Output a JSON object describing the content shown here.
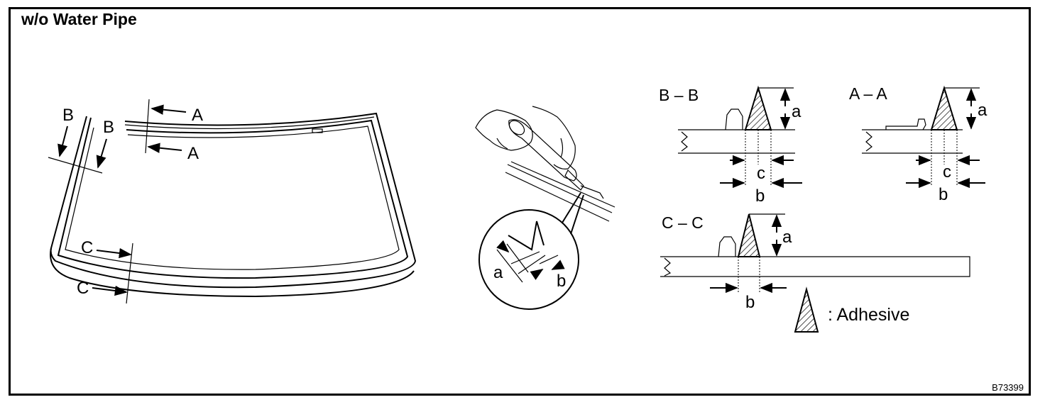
{
  "title": "w/o Water Pipe",
  "figure_code": "B73399",
  "windshield": {
    "labels": {
      "b_upper": "B",
      "b_lower": "B",
      "a_upper": "A",
      "a_lower": "A",
      "c_upper": "C",
      "c_lower": "C"
    }
  },
  "detail": {
    "labels": {
      "a": "a",
      "b": "b"
    }
  },
  "sections": {
    "bb": {
      "title": "B – B",
      "a": "a",
      "b": "b",
      "c": "c"
    },
    "aa": {
      "title": "A – A",
      "a": "a",
      "b": "b",
      "c": "c"
    },
    "cc": {
      "title": "C – C",
      "a": "a",
      "b": "b"
    }
  },
  "legend": {
    "label": ": Adhesive"
  }
}
